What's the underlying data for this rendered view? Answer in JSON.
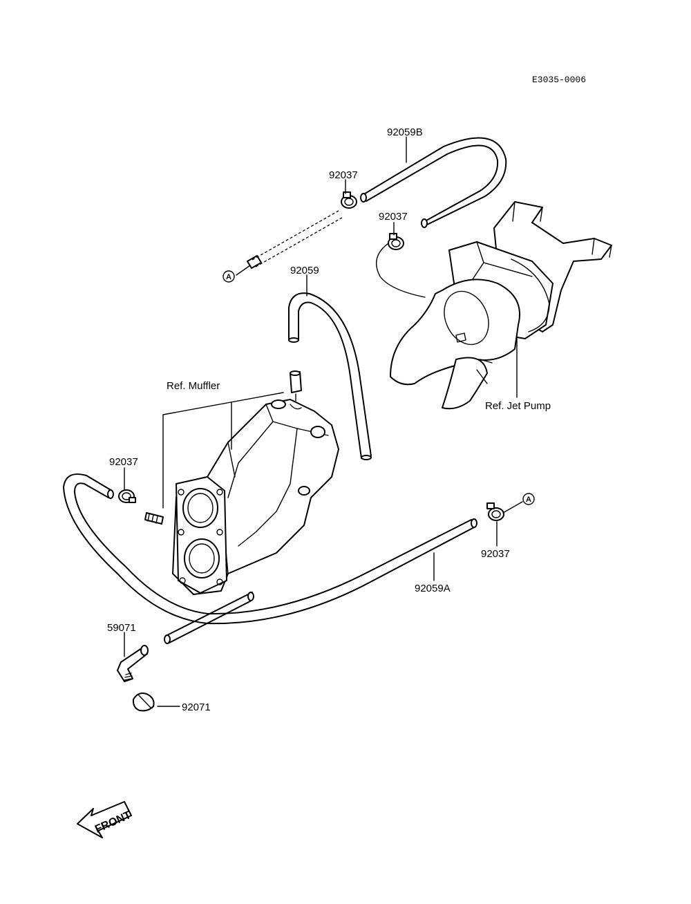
{
  "diagram_code": "E3035-0006",
  "labels": {
    "hose_92059B": "92059B",
    "clamp_top_left": "92037",
    "clamp_top_right": "92037",
    "hose_92059": "92059",
    "ref_muffler": "Ref. Muffler",
    "ref_jet_pump": "Ref. Jet Pump",
    "clamp_left": "92037",
    "clamp_right": "92037",
    "hose_92059A": "92059A",
    "fitting_59071": "59071",
    "cap_92071": "92071",
    "marker_a": "A",
    "front": "FRONT"
  }
}
